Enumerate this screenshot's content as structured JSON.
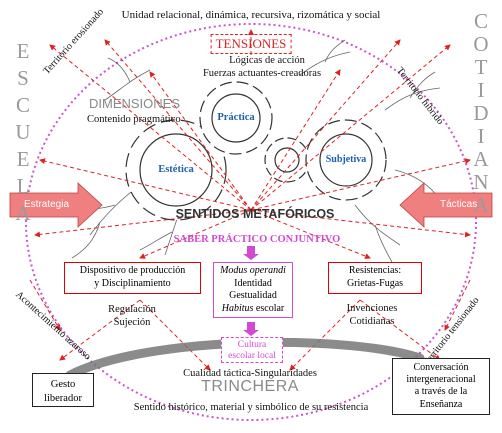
{
  "top_label": "Unidad relacional, dinámica, recursiva, rizomática y social",
  "tensiones": "TENSIONES",
  "logicas": "Lógicas de acción",
  "fuerzas": "Fuerzas actuantes-creadoras",
  "left_side_word": [
    "E",
    "S",
    "C",
    "U",
    "E",
    "L",
    "A"
  ],
  "right_side_word": [
    "C",
    "O",
    "T",
    "I",
    "D",
    "I",
    "A",
    "N",
    "A"
  ],
  "territorio_erosionado": "Territorio erosionado",
  "territorio_hibrido": "Territorio híbrido",
  "dimensiones": "DIMENSIONES",
  "contenido_pragmatico": "Contenido pragmático",
  "gears": {
    "practica": "Práctica",
    "estetica": "Estética",
    "subjetiva": "Subjetiva"
  },
  "estrategia": "Estrategia",
  "tacticas": "Tácticas",
  "sentidos": "SENTIDOS METAFÓRICOS",
  "saber": "SABER PRÁCTICO CONJUNTIVO",
  "dispositivo": [
    "Dispositivo de producción",
    "y Disciplinamiento"
  ],
  "regulacion": "Regulación",
  "sujecion": "Sujeción",
  "modus": {
    "line1": "Modus operandi",
    "line2": "Identidad",
    "line3": "Gestualidad",
    "line4_italic": "Habitus",
    "line4_rest": " escolar"
  },
  "resistencias": [
    "Resistencias:",
    "Grietas-Fugas"
  ],
  "invenciones": [
    "Invenciones",
    "Cotidianas"
  ],
  "cultura": [
    "Cultura",
    "escolar local"
  ],
  "acontecimiento": "Acontecimiento azaroso",
  "territorio_tensionado": "Territorio tensionado",
  "cualidad": "Cualidad táctica-Singularidades",
  "trinchera": "TRINCHERA",
  "gesto": [
    "Gesto",
    "liberador"
  ],
  "conversacion": [
    "Conversación",
    "intergeneracional",
    "a través de la",
    "Enseñanza"
  ],
  "bottom_label": "Sentido histórico, material y simbólico de su resistencia",
  "colors": {
    "red": "#dd2222",
    "magenta": "#d24ad2",
    "blue": "#1f5fb0",
    "pink_arrow": "#f07878",
    "side_gray": "#9a9a9a"
  }
}
